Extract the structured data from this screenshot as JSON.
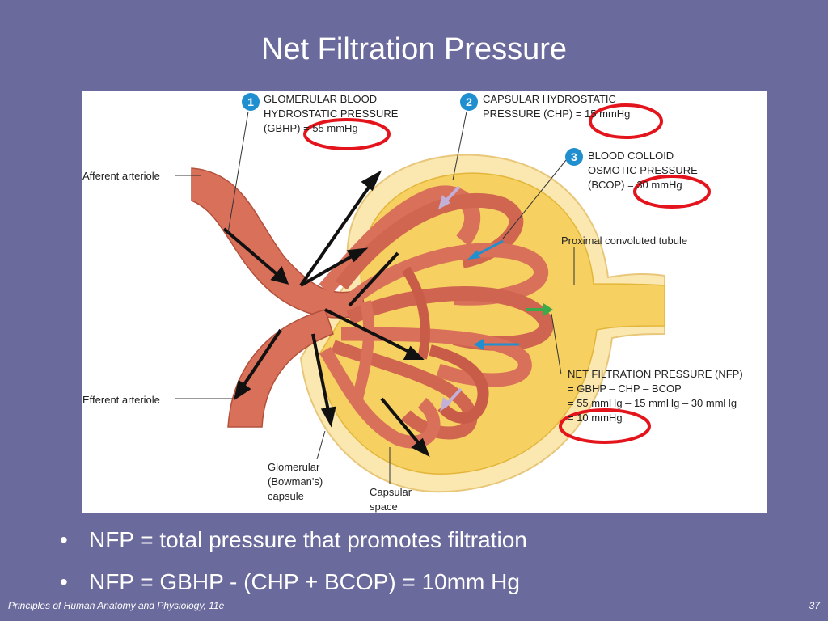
{
  "slide": {
    "title": "Net Filtration Pressure",
    "bullets": [
      "NFP = total pressure that promotes filtration",
      "NFP = GBHP - (CHP + BCOP) = 10mm Hg"
    ],
    "footer_text": "Principles of Human Anatomy and Physiology, 11e",
    "page_number": "37"
  },
  "figure": {
    "callout_1": {
      "number": "1",
      "lines": [
        "GLOMERULAR BLOOD",
        "HYDROSTATIC PRESSURE",
        "(GBHP) = 55 mmHg"
      ]
    },
    "callout_2": {
      "number": "2",
      "lines": [
        "CAPSULAR HYDROSTATIC",
        "PRESSURE (CHP) = 15 mmHg"
      ]
    },
    "callout_3": {
      "number": "3",
      "lines": [
        "BLOOD COLLOID",
        "OSMOTIC PRESSURE",
        "(BCOP) = 30 mmHg"
      ]
    },
    "nfp": {
      "lines": [
        "NET FILTRATION PRESSURE (NFP)",
        "= GBHP – CHP – BCOP",
        "= 55 mmHg – 15 mmHg – 30 mmHg",
        "= 10 mmHg"
      ]
    },
    "labels": {
      "afferent": "Afferent arteriole",
      "efferent": "Efferent arteriole",
      "pct": "Proximal convoluted tubule",
      "capsule": [
        "Glomerular",
        "(Bowman's)",
        "capsule"
      ],
      "space": [
        "Capsular",
        "space"
      ]
    },
    "colors": {
      "vessel": "#d9705a",
      "vessel_dark": "#b4503c",
      "capsule_fill": "#f6d060",
      "capsule_outer": "#fae8b0",
      "callout_badge": "#1f8fd0",
      "highlight_circle": "#e3141b",
      "arrow_black": "#111111",
      "arrow_blue": "#1f8fd0",
      "arrow_green": "#3aaa4a",
      "arrow_lilac": "#c2b0d8"
    }
  }
}
